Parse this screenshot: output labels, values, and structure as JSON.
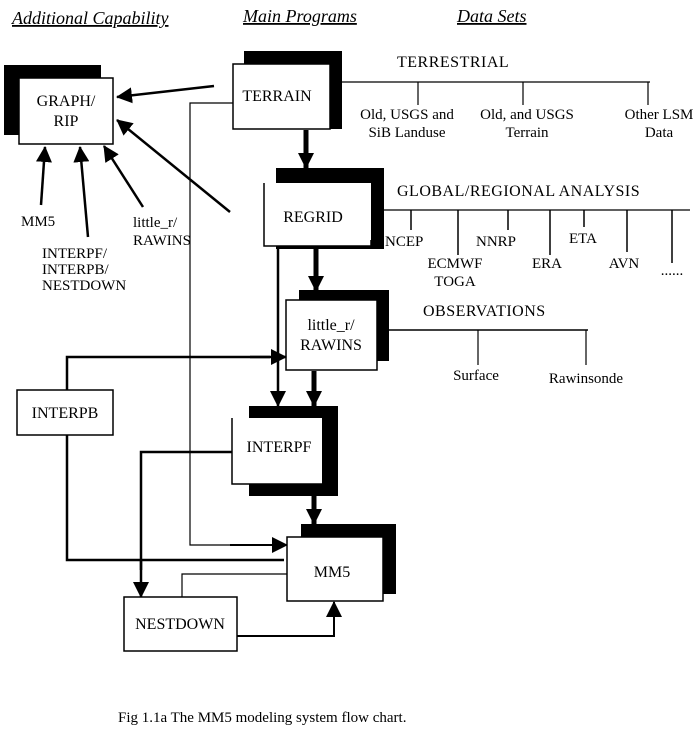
{
  "headers": {
    "additional": "Additional Capability",
    "main": "Main Programs",
    "datasets": "Data Sets"
  },
  "boxes": {
    "graph_rip": [
      "GRAPH/",
      "RIP"
    ],
    "terrain": "TERRAIN",
    "regrid": "REGRID",
    "little_r": [
      "little_r/",
      "RAWINS"
    ],
    "interpf": "INTERPF",
    "interpb": "INTERPB",
    "mm5": "MM5",
    "nestdown": "NESTDOWN"
  },
  "graph_inputs": {
    "mm5": "MM5",
    "interp": [
      "INTERPF/",
      "INTERPB/",
      "NESTDOWN"
    ],
    "little_r": [
      "little_r/",
      "RAWINS"
    ]
  },
  "terrestrial": {
    "title": "TERRESTRIAL",
    "items": [
      [
        "Old, USGS and",
        "SiB Landuse"
      ],
      [
        "Old, and USGS",
        "Terrain"
      ],
      [
        "Other LSM",
        "Data"
      ]
    ]
  },
  "analysis": {
    "title": "GLOBAL/REGIONAL ANALYSIS",
    "items": [
      "NCEP",
      "ECMWF",
      "TOGA",
      "NNRP",
      "ERA",
      "ETA",
      "AVN",
      "......"
    ]
  },
  "observations": {
    "title": "OBSERVATIONS",
    "items": [
      "Surface",
      "Rawinsonde"
    ]
  },
  "caption": "Fig 1.1a The MM5 modeling system flow chart."
}
